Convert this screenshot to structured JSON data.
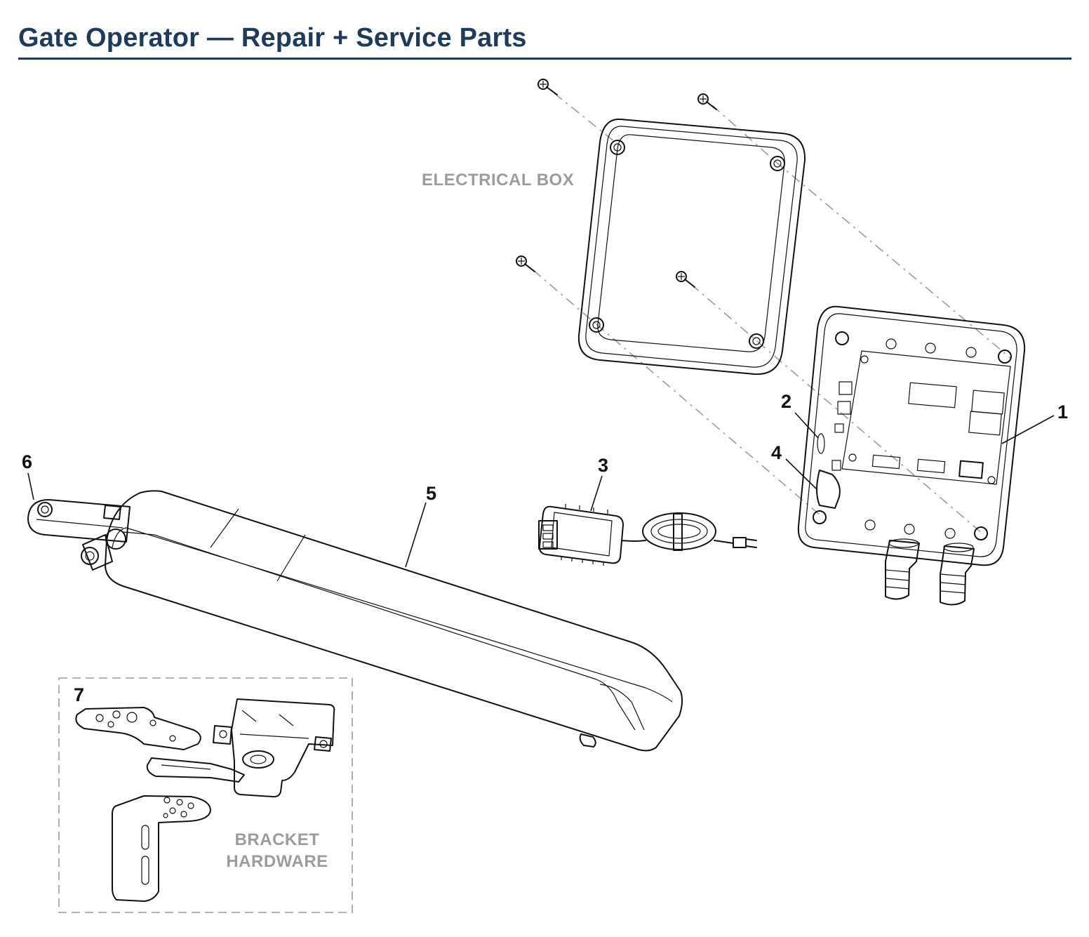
{
  "header": {
    "title": "Gate Operator — Repair + Service Parts"
  },
  "groups": {
    "electrical_box": "ELECTRICAL BOX",
    "bracket_hardware": [
      "BRACKET",
      "HARDWARE"
    ]
  },
  "callouts": [
    "1",
    "2",
    "3",
    "4",
    "5",
    "6",
    "7"
  ],
  "colors": {
    "title": "#1f3b5c",
    "group_label": "#9c9c9c",
    "line": "#111111",
    "leader_dash": "#9a9a9a"
  }
}
